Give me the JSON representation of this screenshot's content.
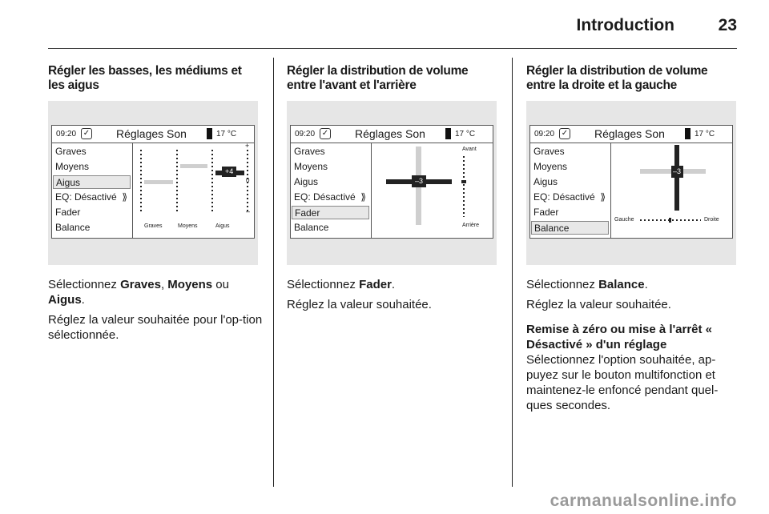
{
  "header": {
    "title": "Introduction",
    "page_number": "23"
  },
  "screen": {
    "time": "09:20",
    "title": "Réglages Son",
    "temp": "17 °C",
    "menu": [
      "Graves",
      "Moyens",
      "Aigus",
      "EQ: Désactivé",
      "Fader",
      "Balance"
    ],
    "arrow": "⟫"
  },
  "columns": [
    {
      "heading": "Régler les basses, les médiums et les aigus",
      "selected_menu_index": 2,
      "eq": {
        "labels": [
          "Graves",
          "Moyens",
          "Aigus"
        ],
        "scale_top": "+",
        "scale_mid": "0",
        "scale_bottom": "–",
        "badge": "+4"
      },
      "body": {
        "intro": "Sélectionnez ",
        "b1": "Graves",
        "sep1": ", ",
        "b2": "Moyens",
        "sep2": " ou ",
        "b3": "Aigus",
        "end": ".",
        "p2": "Réglez la valeur souhaitée pour l'op-tion sélectionnée."
      }
    },
    {
      "heading": "Régler la distribution de volume entre l'avant et l'arrière",
      "selected_menu_index": 4,
      "fader": {
        "top": "Avant",
        "bottom": "Arrière",
        "badge": "–3"
      },
      "body": {
        "intro": "Sélectionnez ",
        "b1": "Fader",
        "end": ".",
        "p2": "Réglez la valeur souhaitée."
      }
    },
    {
      "heading": "Régler la distribution de volume entre la droite et la gauche",
      "selected_menu_index": 5,
      "balance": {
        "left": "Gauche",
        "right": "Droite",
        "badge": "–3"
      },
      "body": {
        "intro": "Sélectionnez ",
        "b1": "Balance",
        "end": ".",
        "p2": "Réglez la valeur souhaitée.",
        "sub_heading": "Remise à zéro ou mise à l'arrêt « Désactivé » d'un réglage",
        "p3": "Sélectionnez l'option souhaitée, ap-puyez sur le bouton multifonction et maintenez-le enfoncé pendant quel-ques secondes."
      }
    }
  ],
  "footer": {
    "watermark": "carmanualsonline.info"
  }
}
